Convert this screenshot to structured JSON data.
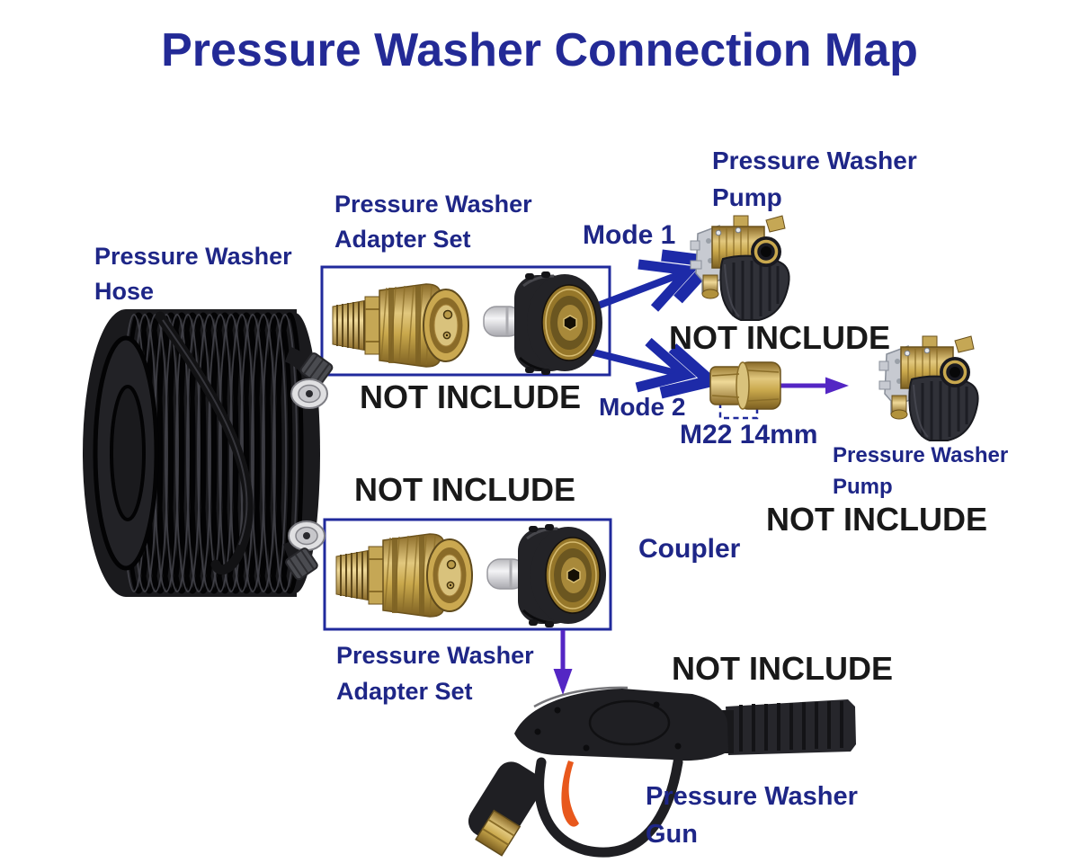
{
  "title": "Pressure Washer Connection Map",
  "badges": {
    "not_include": "NOT INCLUDE"
  },
  "labels": {
    "hose": {
      "line1": "Pressure Washer",
      "line2": "Hose"
    },
    "adapter_set_top": {
      "line1": "Pressure Washer",
      "line2": "Adapter Set"
    },
    "adapter_set_bottom": {
      "line1": "Pressure Washer",
      "line2": "Adapter Set"
    },
    "pump_top": {
      "line1": "Pressure Washer",
      "line2": "Pump"
    },
    "pump_right": {
      "line1": "Pressure Washer",
      "line2": "Pump"
    },
    "gun": {
      "line1": "Pressure Washer",
      "line2": "Gun"
    },
    "mode1": "Mode 1",
    "mode2": "Mode 2",
    "coupler": "Coupler",
    "thread_spec": "M22 14mm"
  },
  "colors": {
    "title_text": "#232a96",
    "label_text": "#1e2687",
    "not_include_text": "#191919",
    "connector_box": "#202a9c",
    "arrow_blue": "#1d2aa8",
    "arrow_purple": "#5426c4",
    "brass": "#c9a84c",
    "hose_black": "#1a1a1d",
    "metal_silver": "#d9d9dc",
    "trigger_orange": "#e8581c",
    "background": "#ffffff"
  }
}
